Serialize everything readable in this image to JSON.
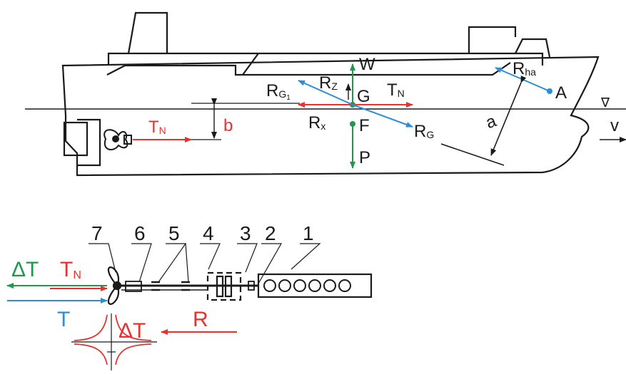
{
  "colors": {
    "outline": "#1a1a1a",
    "red": "#e8322e",
    "blue": "#2a8fd6",
    "green": "#1f9a4c"
  },
  "ship_labels": {
    "W": "W",
    "G": "G",
    "F": "F",
    "P": "P",
    "A": "A",
    "a": "a",
    "b": "b",
    "v": "v",
    "waterline_symbol": "∇",
    "TN_main": "T",
    "TN_main_sub": "N",
    "TN_mid": "T",
    "TN_mid_sub": "N",
    "RZ": "R",
    "RZ_sub": "Z",
    "RG1": "R",
    "RG1_sub": "G",
    "RG1_sub2": "1",
    "Rx": "R",
    "Rx_sub": "x",
    "RG": "R",
    "RG_sub": "G",
    "Rha": "R",
    "Rha_sub": "ha"
  },
  "shaft_labels": {
    "n1": "1",
    "n2": "2",
    "n3": "3",
    "n4": "4",
    "n5": "5",
    "n6": "6",
    "n7": "7",
    "dT_green": "ΔT",
    "TN": "T",
    "TN_sub": "N",
    "T": "T",
    "R": "R",
    "dT_red": "ΔT"
  }
}
